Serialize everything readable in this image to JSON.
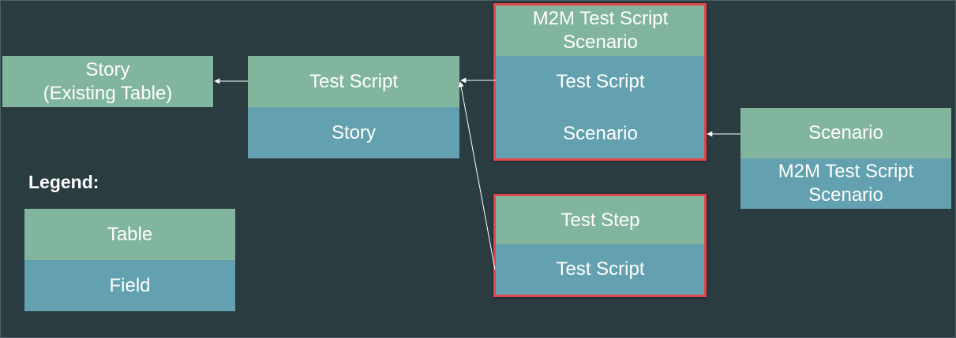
{
  "entities": {
    "story": {
      "table": "Story\n(Existing Table)"
    },
    "test_script": {
      "table": "Test Script",
      "fields": [
        "Story"
      ]
    },
    "m2m": {
      "table": "M2M Test Script\nScenario",
      "fields": [
        "Test Script",
        "Scenario"
      ]
    },
    "test_step": {
      "table": "Test Step",
      "fields": [
        "Test Script"
      ]
    },
    "scenario": {
      "table": "Scenario",
      "fields": [
        "M2M Test Script\nScenario"
      ]
    }
  },
  "legend": {
    "title": "Legend:",
    "table_label": "Table",
    "field_label": "Field"
  },
  "colors": {
    "background": "#2b3c41",
    "table": "#82b59e",
    "field": "#64a1b0",
    "highlight": "#e2474c",
    "text": "#ffffff"
  }
}
